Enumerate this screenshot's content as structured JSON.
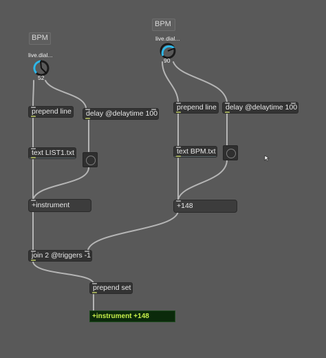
{
  "left": {
    "bpm_comment": "BPM",
    "dial_label": "live.dial...",
    "dial_value": "52",
    "prepend": "prepend line",
    "delay": "delay @delaytime 100",
    "text": "text LIST1.txt",
    "message": "+instrument"
  },
  "right": {
    "bpm_comment": "BPM",
    "dial_label": "live.dial...",
    "dial_value": "90",
    "prepend": "prepend line",
    "delay": "delay @delaytime 100",
    "text": "text BPM.txt",
    "message": "+148"
  },
  "join": "join 2 @triggers -1",
  "prepend_set": "prepend set",
  "result": "+instrument +148",
  "colors": {
    "background": "#595959",
    "cord": "#b7b7b7",
    "dial_arc": "#2fb7e8",
    "result_text": "#c8f04a"
  }
}
